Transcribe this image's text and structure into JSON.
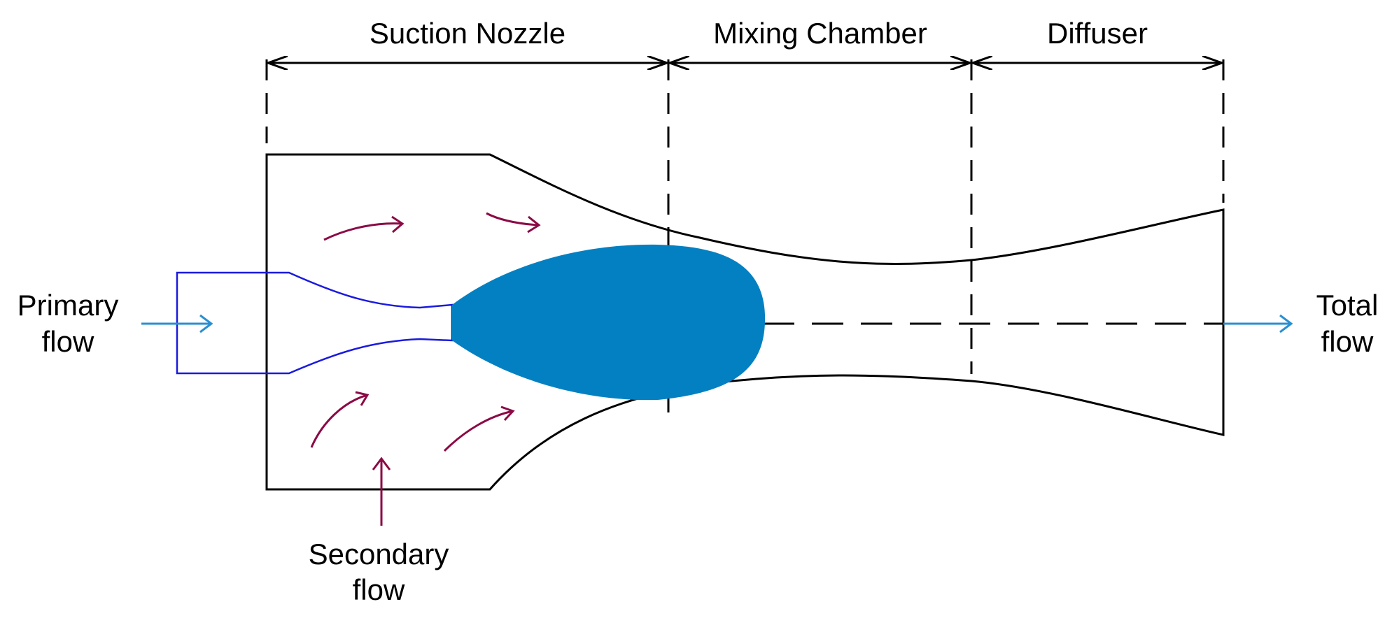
{
  "sections": {
    "suction_nozzle": "Suction Nozzle",
    "mixing_chamber": "Mixing Chamber",
    "diffuser": "Diffuser"
  },
  "labels": {
    "primary_line1": "Primary",
    "primary_line2": "flow",
    "total_line1": "Total",
    "total_line2": "flow",
    "secondary_line1": "Secondary",
    "secondary_line2": "flow"
  },
  "colors": {
    "outline": "#000000",
    "primary_nozzle": "#1a1adf",
    "jet": "#0380c2",
    "primary_arrow": "#2a8fd0",
    "secondary_arrow": "#8b0a45"
  }
}
